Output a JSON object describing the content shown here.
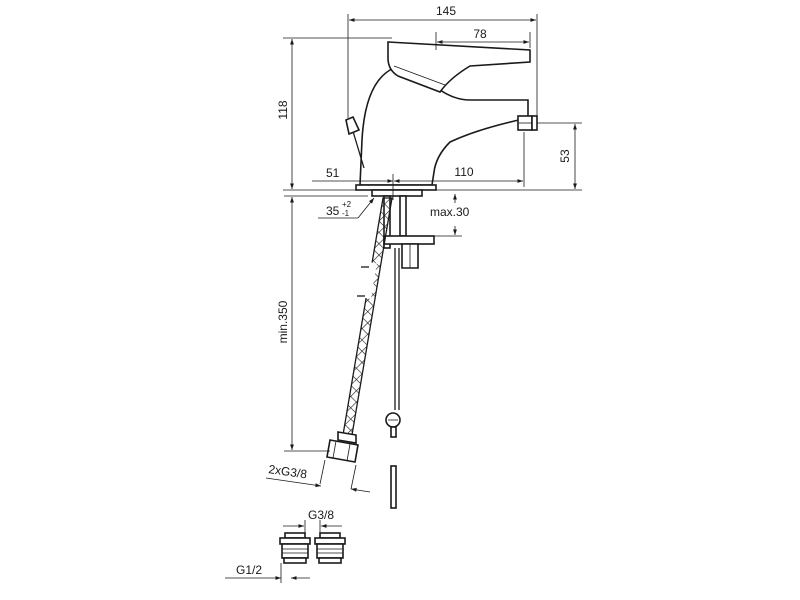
{
  "dimensions": {
    "overall_width": "145",
    "lever_width": "78",
    "height": "118",
    "spout_height": "53",
    "base_offset": "51",
    "spout_reach": "110",
    "angle": "35",
    "angle_tol_upper": "+2",
    "angle_tol_lower": "-1",
    "max_deck_thickness": "max.30",
    "hose_length": "min.350",
    "hose_thread": "2xG3/8",
    "adapter_thread_top": "G3/8",
    "adapter_thread_bottom": "G1/2"
  },
  "colors": {
    "line": "#1a1a1a",
    "background": "#ffffff"
  }
}
